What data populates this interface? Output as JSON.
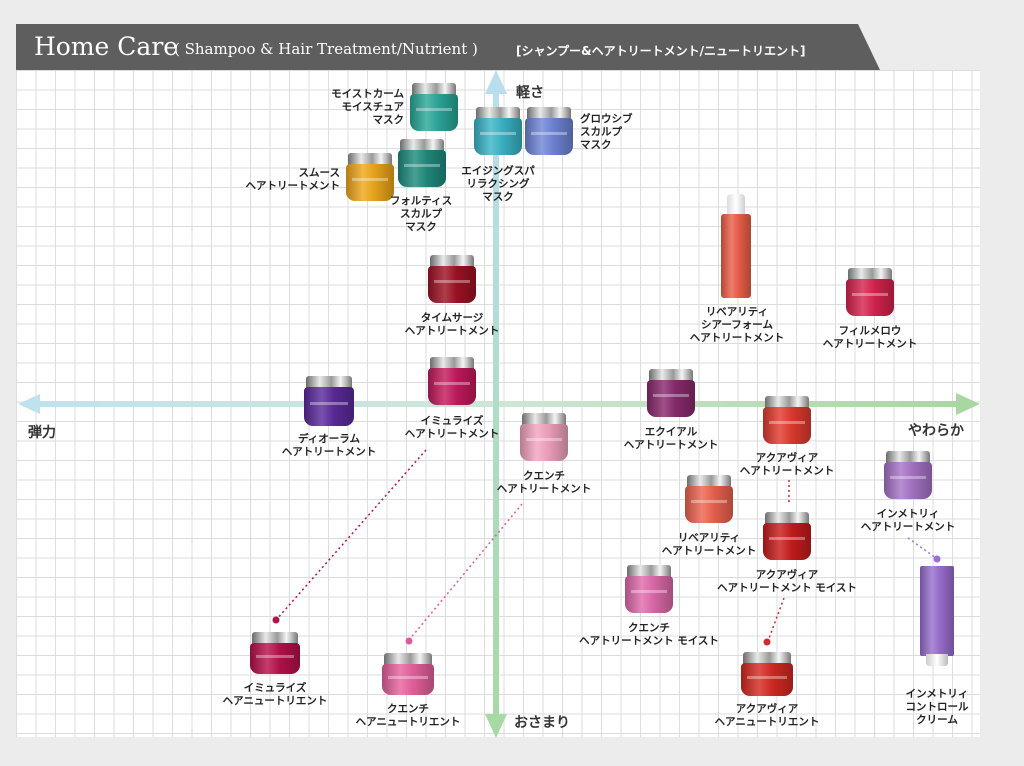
{
  "header": {
    "title_main": "Home Care",
    "title_sub": "( Shampoo & Hair Treatment/Nutrient )",
    "title_jp": "[シャンプー&ヘアトリートメント/ニュートリエント]"
  },
  "axes": {
    "top": "軽さ",
    "bottom": "おさまり",
    "left": "弾力",
    "right": "やわらか"
  },
  "products": [
    {
      "id": "moist-calm",
      "label": "モイストカーム\nモイスチュア\nマスク",
      "color": "#2aa99a"
    },
    {
      "id": "aging-spa",
      "label": "エイジングスパ\nリラクシング\nマスク",
      "color": "#3ab6c8"
    },
    {
      "id": "growth-scalp",
      "label": "グロウシブ\nスカルプ\nマスク",
      "color": "#6f86d8"
    },
    {
      "id": "smooth",
      "label": "スムース\nヘアトリートメント",
      "color": "#f0a81b"
    },
    {
      "id": "fortis",
      "label": "フォルティス\nスカルプ\nマスク",
      "color": "#1f8c7d"
    },
    {
      "id": "time-surge",
      "label": "タイムサージ\nヘアトリートメント",
      "color": "#9e1224"
    },
    {
      "id": "liberity-foam",
      "label": "リベアリティ\nシアーフォーム\nヘアトリートメント",
      "color": "#ee5f4a"
    },
    {
      "id": "film-mellow",
      "label": "フィルメロウ\nヘアトリートメント",
      "color": "#d8234e"
    },
    {
      "id": "diorum",
      "label": "ディオーラム\nヘアトリートメント",
      "color": "#5b2b9c"
    },
    {
      "id": "immurise",
      "label": "イミュライズ\nヘアトリートメント",
      "color": "#c41a5c"
    },
    {
      "id": "equal",
      "label": "エクイアル\nヘアトリートメント",
      "color": "#8a2a6e"
    },
    {
      "id": "aquavia",
      "label": "アクアヴィア\nヘアトリートメント",
      "color": "#e23b2e"
    },
    {
      "id": "quench",
      "label": "クエンチ\nヘアトリートメント",
      "color": "#f3a4c0"
    },
    {
      "id": "inmetry",
      "label": "インメトリィ\nヘアトリートメント",
      "color": "#a874c8"
    },
    {
      "id": "liberity",
      "label": "リベアリティ\nヘアトリートメント",
      "color": "#ef6350"
    },
    {
      "id": "aquavia-moist",
      "label": "アクアヴィア\nヘアトリートメント モイスト",
      "color": "#c81c1c"
    },
    {
      "id": "quench-moist",
      "label": "クエンチ\nヘアトリートメント モイスト",
      "color": "#e06bad"
    },
    {
      "id": "inmetry-cream",
      "label": "インメトリィ\nコントロール\nクリーム",
      "color": "#9a6fd0"
    },
    {
      "id": "immurise-nutrient",
      "label": "イミュライズ\nヘアニュートリエント",
      "color": "#b8104c"
    },
    {
      "id": "quench-nutrient",
      "label": "クエンチ\nヘアニュートリエント",
      "color": "#e8629e"
    },
    {
      "id": "aquavia-nutrient",
      "label": "アクアヴィア\nヘアニュートリエント",
      "color": "#d62a22"
    }
  ]
}
